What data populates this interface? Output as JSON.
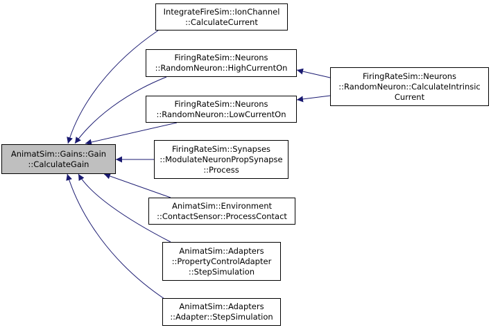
{
  "colors": {
    "edge": "#191970",
    "root_fill": "#bfbfbf",
    "node_fill": "#ffffff",
    "border": "#000000"
  },
  "nodes": {
    "root": {
      "lines": [
        "AnimatSim::Gains::Gain",
        "::CalculateGain"
      ]
    },
    "n1": {
      "lines": [
        "IntegrateFireSim::IonChannel",
        "::CalculateCurrent"
      ]
    },
    "n2": {
      "lines": [
        "FiringRateSim::Neurons",
        "::RandomNeuron::HighCurrentOn"
      ]
    },
    "n3": {
      "lines": [
        "FiringRateSim::Neurons",
        "::RandomNeuron::LowCurrentOn"
      ]
    },
    "n4": {
      "lines": [
        "FiringRateSim::Synapses",
        "::ModulateNeuronPropSynapse",
        "::Process"
      ]
    },
    "n5": {
      "lines": [
        "AnimatSim::Environment",
        "::ContactSensor::ProcessContact"
      ]
    },
    "n6": {
      "lines": [
        "AnimatSim::Adapters",
        "::PropertyControlAdapter",
        "::StepSimulation"
      ]
    },
    "n7": {
      "lines": [
        "AnimatSim::Adapters",
        "::Adapter::StepSimulation"
      ]
    },
    "right": {
      "lines": [
        "FiringRateSim::Neurons",
        "::RandomNeuron::CalculateIntrinsic",
        "Current"
      ]
    }
  }
}
